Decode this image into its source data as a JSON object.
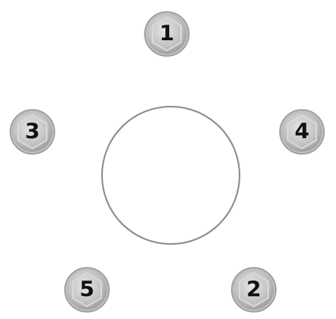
{
  "diagram": {
    "center_ring": "",
    "bolts": [
      {
        "id": "1",
        "label": "1"
      },
      {
        "id": "2",
        "label": "2"
      },
      {
        "id": "3",
        "label": "3"
      },
      {
        "id": "4",
        "label": "4"
      },
      {
        "id": "5",
        "label": "5"
      }
    ]
  },
  "colors": {
    "ring_stroke": "#8c8c8c",
    "bolt_face": "#c9c9c9",
    "bolt_edge": "#9a9a9a",
    "label_text": "#111111"
  }
}
